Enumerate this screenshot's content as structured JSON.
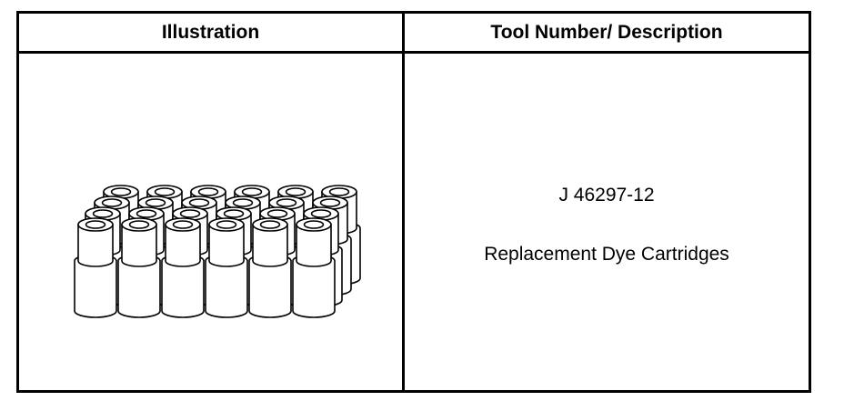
{
  "table": {
    "headers": {
      "illustration": "Illustration",
      "tool": "Tool Number/ Description"
    },
    "row": {
      "illustration_icon": "dye-cartridges-illustration",
      "tool_number": "J 46297-12",
      "description": "Replacement Dye Cartridges"
    }
  }
}
